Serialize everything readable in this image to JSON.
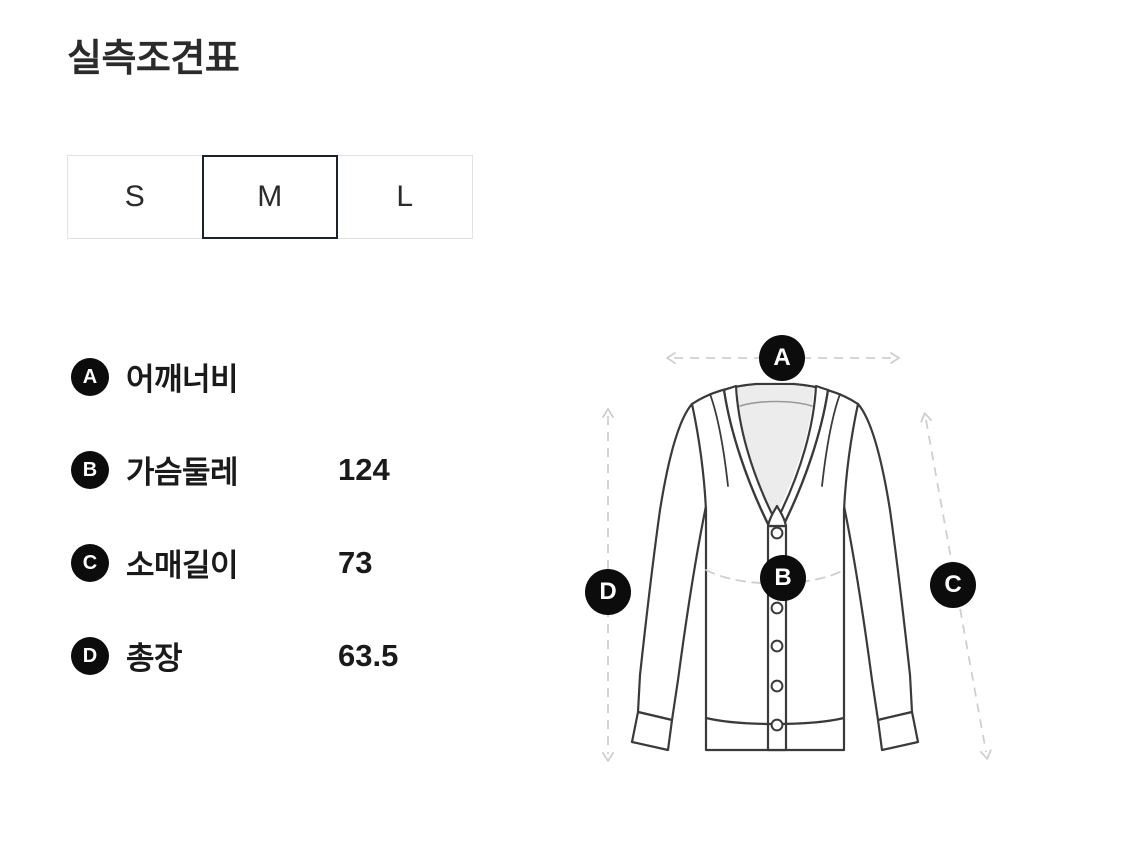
{
  "title": "실측조견표",
  "size_tabs": {
    "selected": "M",
    "options": [
      {
        "label": "S",
        "selected": false
      },
      {
        "label": "M",
        "selected": true
      },
      {
        "label": "L",
        "selected": false
      }
    ]
  },
  "measurements": [
    {
      "badge": "A",
      "label": "어깨너비",
      "value": ""
    },
    {
      "badge": "B",
      "label": "가슴둘레",
      "value": "124"
    },
    {
      "badge": "C",
      "label": "소매길이",
      "value": "73"
    },
    {
      "badge": "D",
      "label": "총장",
      "value": "63.5"
    }
  ],
  "diagram": {
    "garment": "cardigan-front-view",
    "badges": [
      {
        "key": "A",
        "label": "A",
        "measure": "어깨너비",
        "arrow": "horizontal-double-arrow"
      },
      {
        "key": "B",
        "label": "B",
        "measure": "가슴둘레",
        "arrow": "chest-dashed-curve"
      },
      {
        "key": "C",
        "label": "C",
        "measure": "소매길이",
        "arrow": "diagonal-double-arrow"
      },
      {
        "key": "D",
        "label": "D",
        "measure": "총장",
        "arrow": "vertical-double-arrow"
      }
    ]
  },
  "colors": {
    "background": "#ffffff",
    "text": "#1a1a1a",
    "badge_fill": "#0c0c0c",
    "badge_text": "#ffffff",
    "tab_border": "#e2e2e2",
    "tab_border_selected": "#1c222b",
    "garment_outline": "#3a3a3a",
    "garment_fill": "#ffffff",
    "neck_inner_fill": "#ececec",
    "guide_line": "#cfcfcf"
  }
}
